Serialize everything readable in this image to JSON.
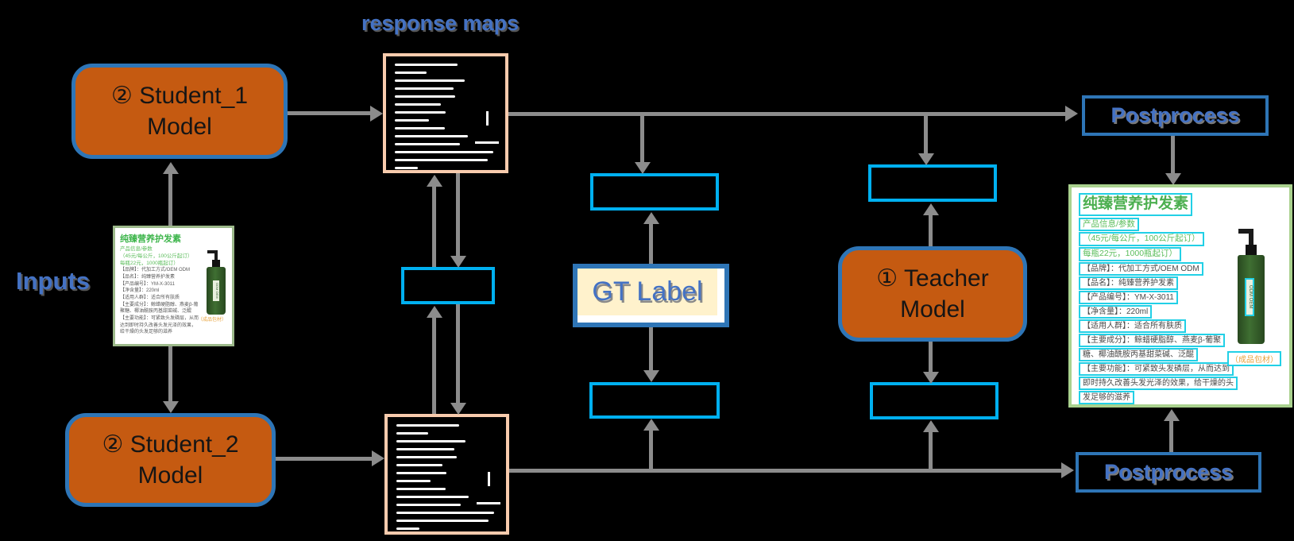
{
  "labels": {
    "response_maps": "response maps",
    "inputs": "Inputs",
    "gt": "GT Label",
    "postprocess_top": "Postprocess",
    "postprocess_bottom": "Postprocess"
  },
  "models": {
    "student1": "② Student_1 Model",
    "student2": "② Student_2 Model",
    "teacher": "① Teacher Model"
  },
  "product_card": {
    "title": "纯臻营养护发素",
    "info_lines": [
      "产品信息/参数",
      "（45元/每公斤，100公斤起订）",
      "每瓶22元，1000瓶起订）"
    ],
    "spec_lines": [
      "【品牌】：代加工方式/OEM ODM",
      "【品名】：纯臻营养护发素",
      "【产品编号】：YM-X-3011",
      "【净含量】：220ml",
      "【适用人群】：适合所有肤质",
      "【主要成分】：鲸蜡硬脂醇、燕麦β-葡聚糖、椰油酰胺丙基甜菜碱、泛醌",
      "【主要功能】：可紧致头发磷层，从而达到即时持久改善头发光泽的效果，给干燥的头发足够的滋养"
    ],
    "package_note": "（成品包材）",
    "bottle_label": "ODM OEM"
  },
  "ocr_panel": {
    "lines": [
      {
        "text": "纯臻营养护发素",
        "kind": "title"
      },
      {
        "text": "产品信息/参数",
        "kind": "green"
      },
      {
        "text": "（45元/每公斤，100公斤起订）",
        "kind": "green"
      },
      {
        "text": "每瓶22元，1000瓶起订）",
        "kind": "green"
      },
      {
        "text": "【品牌】：代加工方式/OEM ODM",
        "kind": "dark"
      },
      {
        "text": "【品名】：纯臻营养护发素",
        "kind": "dark"
      },
      {
        "text": "【产品编号】：YM-X-3011",
        "kind": "dark"
      },
      {
        "text": "【净含量】：220ml",
        "kind": "dark"
      },
      {
        "text": "【适用人群】：适合所有肤质",
        "kind": "dark"
      },
      {
        "text": "【主要成分】：鲸蜡硬脂醇、燕麦β-葡聚",
        "kind": "dark"
      },
      {
        "text": "糖、椰油酰胺丙基甜菜碱、泛醌",
        "kind": "dark"
      },
      {
        "text": "【主要功能】：可紧致头发磷层，从而达到",
        "kind": "dark"
      },
      {
        "text": "即时持久改善头发光泽的效果，给干燥的头",
        "kind": "dark"
      },
      {
        "text": "发足够的滋养",
        "kind": "dark"
      }
    ],
    "package_note": "（成品包材）",
    "bottle_label": "ODM OEM"
  },
  "response_map": {
    "line_widths_pct": [
      57,
      29,
      63,
      53,
      55,
      42,
      46,
      31,
      45,
      66,
      59,
      89,
      84,
      21
    ]
  },
  "colors": {
    "model_fill": "#C55A11",
    "model_border": "#2E75B6",
    "loss_box_border": "#00B0F0",
    "map_border": "#F8CBAD",
    "gt_fill": "#FFF2CC",
    "panel_border": "#A9D18E",
    "arrow_gray": "#8C8C8C",
    "label_blue": "#4472C4",
    "ocr_highlight_cyan": "#22D0E6",
    "title_green": "#4CAF50"
  }
}
